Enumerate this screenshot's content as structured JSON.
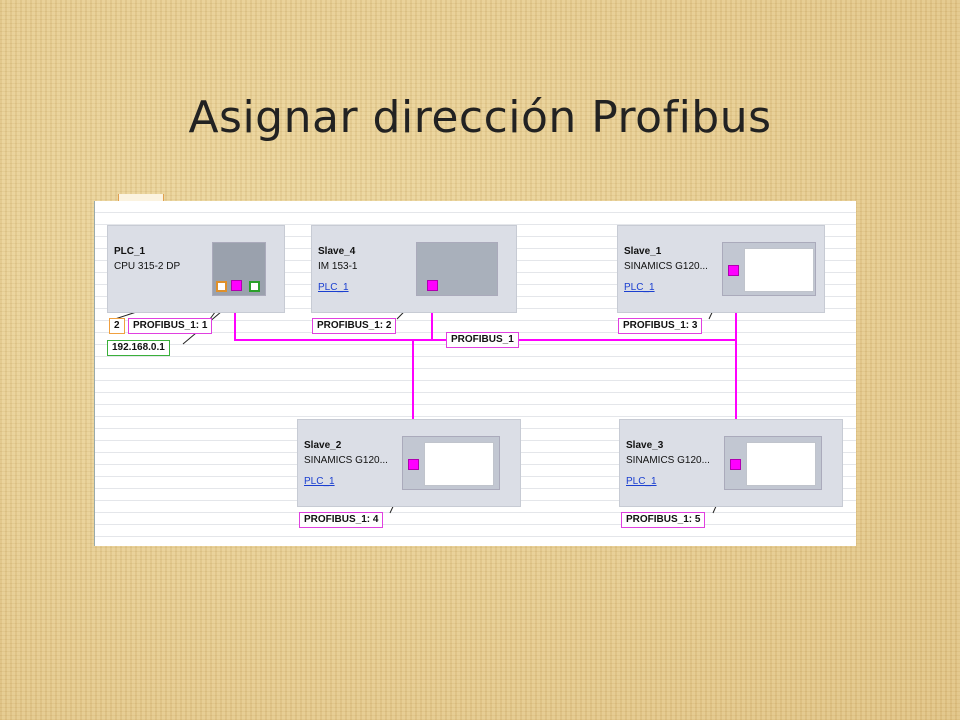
{
  "slide": {
    "title": "Asignar dirección Profibus"
  },
  "network": {
    "bus_label": "PROFIBUS_1",
    "bus_color": "#ff00ff",
    "devices": {
      "plc": {
        "name": "PLC_1",
        "type": "CPU 315-2 DP"
      },
      "slave4": {
        "name": "Slave_4",
        "type": "IM 153-1",
        "link": "PLC_1"
      },
      "slave1": {
        "name": "Slave_1",
        "type": "SINAMICS G120...",
        "link": "PLC_1"
      },
      "slave2": {
        "name": "Slave_2",
        "type": "SINAMICS G120...",
        "link": "PLC_1"
      },
      "slave3": {
        "name": "Slave_3",
        "type": "SINAMICS G120...",
        "link": "PLC_1"
      }
    },
    "addresses": {
      "plc_mpi": "2",
      "plc": "PROFIBUS_1:  1",
      "plc_ip": "192.168.0.1",
      "slave4": "PROFIBUS_1:  2",
      "slave1": "PROFIBUS_1:  3",
      "slave2": "PROFIBUS_1:  4",
      "slave3": "PROFIBUS_1:  5"
    }
  }
}
